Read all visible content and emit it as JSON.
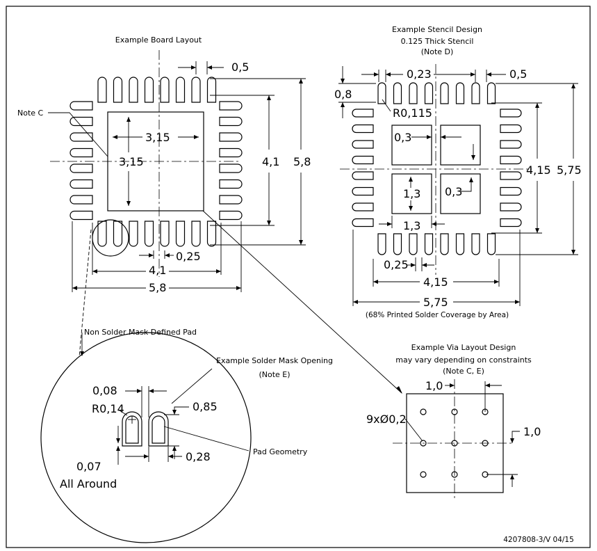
{
  "titles": {
    "board": "Example Board Layout",
    "stencil_1": "Example Stencil Design",
    "stencil_2": "0.125 Thick Stencil",
    "stencil_3": "(Note D)",
    "via_1": "Example Via Layout Design",
    "via_2": "may vary depending on constraints",
    "via_3": "(Note C, E)",
    "detail": "Non Solder Mask Defined Pad",
    "mask_1": "Example Solder Mask Opening",
    "mask_2": "(Note E)"
  },
  "notes": {
    "note_c": "Note C",
    "coverage": "(68% Printed Solder Coverage by Area)",
    "pad_geometry": "Pad Geometry",
    "all_around": "All Around",
    "drawing_id": "4207808-3/V  04/15"
  },
  "dims_board": {
    "pitch": "0,5",
    "pad_w": "0,25",
    "thermal_w": "3,15",
    "thermal_h": "3,15",
    "inner": "4,1",
    "outer": "5,8",
    "inner_b": "4,1",
    "outer_b": "5,8"
  },
  "dims_stencil": {
    "pad_len": "0,8",
    "pitch": "0,5",
    "pad_w": "0,23",
    "radius": "R0,115",
    "gap_a": "0,3",
    "gap_b": "0,3",
    "sq_h": "1,3",
    "sq_w": "1,3",
    "inner": "4,15",
    "outer": "5,75",
    "pad_w_b": "0,25",
    "inner_b": "4,15",
    "outer_b": "5,75"
  },
  "dims_detail": {
    "gap": "0,08",
    "radius": "R0,14",
    "len": "0,85",
    "clear": "0,07",
    "width": "0,28"
  },
  "dims_via": {
    "pitch_x": "1,0",
    "pitch_y": "1,0",
    "count_dia": "9xØ0,2"
  }
}
